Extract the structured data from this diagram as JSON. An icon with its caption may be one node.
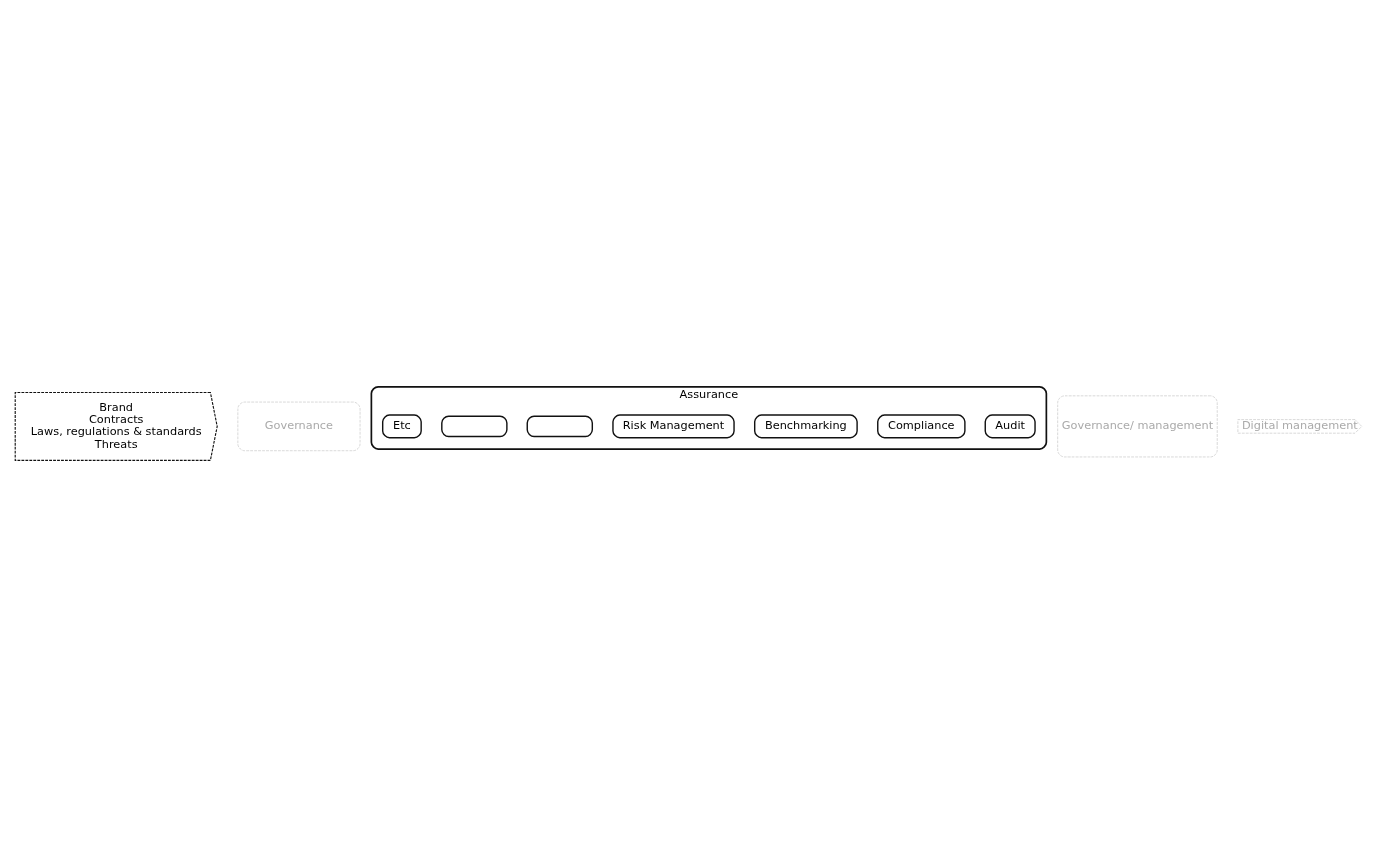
{
  "diagram": {
    "nodes": [
      {
        "text": [
          "Brand",
          "Contracts",
          "Laws, regulations & standards",
          "Threats"
        ]
      },
      {
        "text": [
          "Governance"
        ]
      },
      {
        "text": [
          "Assurance"
        ]
      },
      {
        "text": [
          "Audit"
        ],
        "in": 2
      },
      {
        "text": [
          "Compliance"
        ],
        "in": 2
      },
      {
        "text": [
          "Benchmarking"
        ],
        "in": 2
      },
      {
        "text": [
          "Risk Management"
        ],
        "in": 2
      },
      {
        "text": [],
        "shape": "box",
        "in": 2
      },
      {
        "text": [],
        "shape": "box",
        "in": 2
      },
      {
        "text": [
          "Etc"
        ],
        "in": 2
      },
      {
        "text": [
          "Governance/ management"
        ]
      },
      {
        "text": [
          "Digital management"
        ]
      }
    ],
    "edges": []
  }
}
